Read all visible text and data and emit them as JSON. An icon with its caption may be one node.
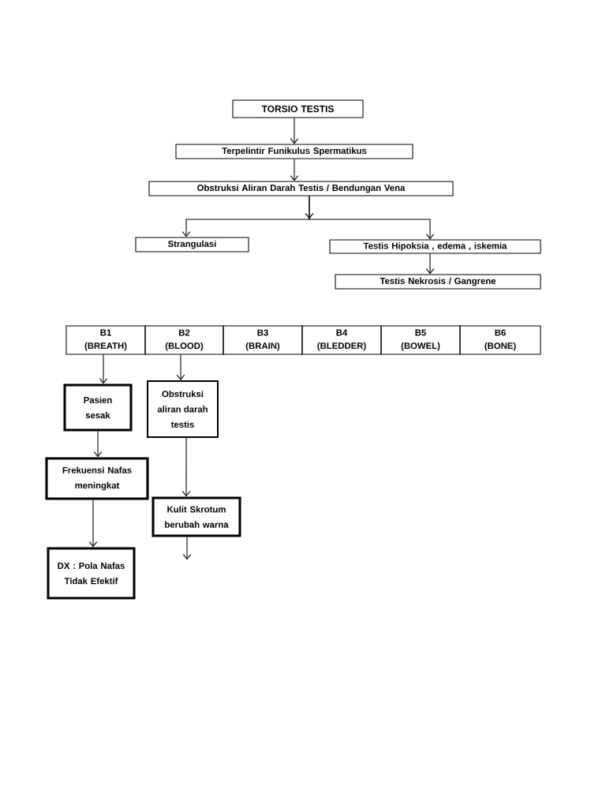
{
  "diagram": {
    "nodes": [
      {
        "text": [
          "TORSIO TESTIS"
        ]
      },
      {
        "text": [
          "Terpelintir Funikulus Spermatikus"
        ]
      },
      {
        "text": [
          "Obstruksi Aliran Darah Testis / Bendungan Vena"
        ]
      },
      {
        "text": [
          "Strangulasi"
        ]
      },
      {
        "text": [
          "Testis Hipoksia , edema , iskemia"
        ]
      },
      {
        "text": [
          "Testis Nekrosis / Gangrene"
        ]
      },
      {
        "text": [
          "B1",
          "(BREATH)"
        ]
      },
      {
        "text": [
          "B2",
          "(BLOOD)"
        ]
      },
      {
        "text": [
          "B3",
          "(BRAIN)"
        ]
      },
      {
        "text": [
          "B4",
          "(BLEDDER)"
        ]
      },
      {
        "text": [
          "B5",
          "(BOWEL)"
        ]
      },
      {
        "text": [
          "B6",
          "(BONE)"
        ]
      },
      {
        "text": [
          "Pasien sesak"
        ]
      },
      {
        "text": [
          "Obstruksi aliran darah testis"
        ]
      },
      {
        "text": [
          "Frekuensi Nafas meningkat"
        ]
      },
      {
        "text": [
          "Kulit Skrotum berubah warna"
        ]
      },
      {
        "text": [
          "DX : Pola Nafas Tidak Efektif"
        ]
      }
    ],
    "edges": [
      {
        "from": 0,
        "to": 1,
        "arrow": "to"
      },
      {
        "from": 1,
        "to": 2,
        "arrow": "to"
      },
      {
        "from": 2,
        "to": 3,
        "arrow": "to"
      },
      {
        "from": 2,
        "to": 4,
        "arrow": "to"
      },
      {
        "from": 4,
        "to": 5,
        "arrow": "to"
      },
      {
        "from": 6,
        "to": 12,
        "arrow": "to"
      },
      {
        "from": 7,
        "to": 13,
        "arrow": "to"
      },
      {
        "from": 12,
        "to": 14,
        "arrow": "to"
      },
      {
        "from": 13,
        "to": 15,
        "arrow": "to"
      },
      {
        "from": 14,
        "to": 16,
        "arrow": "to"
      },
      {
        "from": 15,
        "to": null,
        "arrow": "to"
      }
    ]
  }
}
